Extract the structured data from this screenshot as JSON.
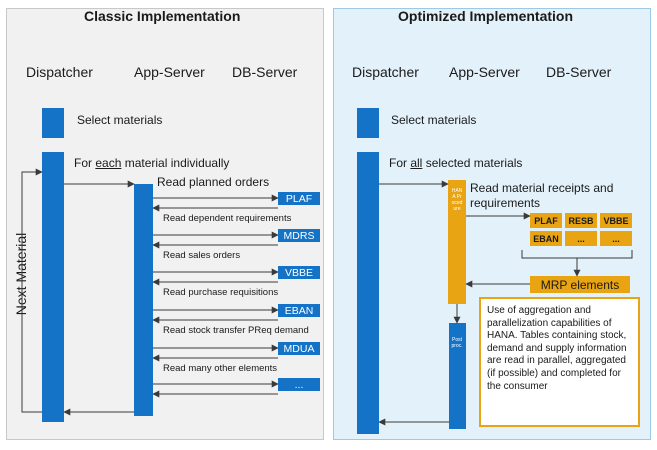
{
  "classic": {
    "title": "Classic Implementation",
    "columns": {
      "dispatcher": "Dispatcher",
      "app_server": "App-Server",
      "db_server": "DB-Server"
    },
    "select_materials": "Select materials",
    "for_each_prefix": "For ",
    "for_each_em": "each",
    "for_each_suffix": " material individually",
    "read_planned_orders": "Read planned orders",
    "next_material": "Next Material",
    "reads": [
      {
        "label": "",
        "table": "PLAF"
      },
      {
        "label": "Read dependent requirements",
        "table": "MDRS"
      },
      {
        "label": "Read sales orders",
        "table": "VBBE"
      },
      {
        "label": "Read purchase requisitions",
        "table": "EBAN"
      },
      {
        "label": "Read stock transfer PReq demand",
        "table": "MDUA"
      },
      {
        "label": "Read many other elements",
        "table": "..."
      }
    ]
  },
  "optimized": {
    "title": "Optimized Implementation",
    "columns": {
      "dispatcher": "Dispatcher",
      "app_server": "App-Server",
      "db_server": "DB-Server"
    },
    "select_materials": "Select materials",
    "for_all_prefix": "For ",
    "for_all_em": "all",
    "for_all_suffix": " selected materials",
    "read_receipts_line1": "Read material receipts and",
    "read_receipts_line2": "requirements",
    "hana_procedure": "HANA Procedure",
    "postproc": "Postproc.",
    "tables": [
      "PLAF",
      "RESB",
      "VBBE",
      "EBAN",
      "...",
      "..."
    ],
    "mrp_elements": "MRP elements",
    "note": "Use of aggregation and parallelization capabilities of HANA. Tables containing stock, demand and supply information are read in parallel, aggregated (if possible) and completed for the consumer"
  },
  "colors": {
    "bar_blue": "#1473c6",
    "hana_orange": "#e8a413",
    "left_bg": "#f1f1f1",
    "right_bg": "#e3f1fb"
  }
}
